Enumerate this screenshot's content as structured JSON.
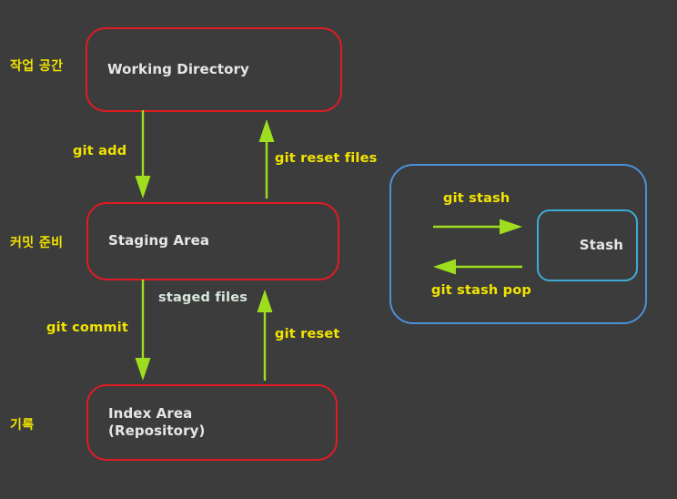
{
  "diagram": {
    "title": "Git workflow diagram",
    "background_color": "#3c3c3c",
    "colors": {
      "box_border_red": "#e01b24",
      "panel_border_blue": "#4a90d9",
      "stash_border_cyan": "#3dacd4",
      "arrow_green": "#9ede1e",
      "label_yellow": "#f2e400",
      "box_text": "#e6e6e6",
      "pale_label": "#d7e7dc"
    }
  },
  "side_labels": {
    "working": "작업 공간",
    "commit_ready": "커밋 준비",
    "record": "기록"
  },
  "nodes": {
    "working_directory": "Working Directory",
    "staging_area": "Staging Area",
    "index_area": "Index Area\n(Repository)",
    "stash": "Stash"
  },
  "edges": {
    "git_add": "git add",
    "git_reset_files": "git reset files",
    "staged_files": "staged files",
    "git_commit": "git commit",
    "git_reset": "git reset",
    "git_stash": "git stash",
    "git_stash_pop": "git stash pop"
  }
}
